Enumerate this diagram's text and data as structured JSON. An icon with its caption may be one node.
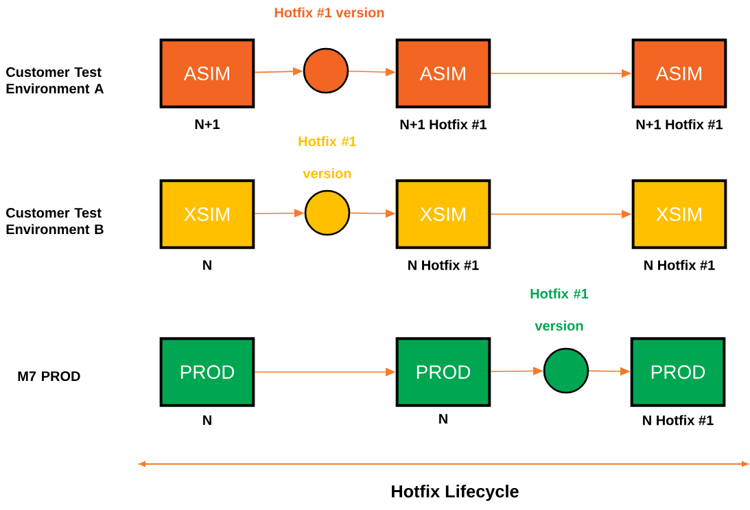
{
  "diagram": {
    "nodes": [
      {
        "text": [
          "ASIM"
        ],
        "beside": [
          "N+1"
        ]
      },
      {
        "text": [],
        "shape": "circle",
        "beside": [
          "Hotfix #1 version"
        ]
      },
      {
        "text": [
          "ASIM"
        ],
        "beside": [
          "N+1 Hotfix #1"
        ]
      },
      {
        "text": [
          "ASIM"
        ],
        "beside": [
          "N+1 Hotfix #1"
        ]
      },
      {
        "text": [
          "XSIM"
        ],
        "beside": [
          "N"
        ]
      },
      {
        "text": [],
        "shape": "circle",
        "beside": [
          "Hotfix #1 version"
        ]
      },
      {
        "text": [
          "XSIM"
        ],
        "beside": [
          "N Hotfix #1"
        ]
      },
      {
        "text": [
          "XSIM"
        ],
        "beside": [
          "N Hotfix #1"
        ]
      },
      {
        "text": [
          "PROD"
        ],
        "beside": [
          "N"
        ]
      },
      {
        "text": [
          "PROD"
        ],
        "beside": [
          "N"
        ]
      },
      {
        "text": [],
        "shape": "circle",
        "beside": [
          "Hotfix #1 version"
        ]
      },
      {
        "text": [
          "PROD"
        ],
        "beside": [
          "N Hotfix #1"
        ]
      }
    ],
    "edges": [
      {
        "from": 0,
        "to": 1,
        "arrow": "to"
      },
      {
        "from": 1,
        "to": 2,
        "arrow": "to"
      },
      {
        "from": 2,
        "to": 3,
        "arrow": "to"
      },
      {
        "from": 4,
        "to": 5,
        "arrow": "to"
      },
      {
        "from": 5,
        "to": 6,
        "arrow": "to"
      },
      {
        "from": 6,
        "to": 7,
        "arrow": "to"
      },
      {
        "from": 8,
        "to": 9,
        "arrow": "to"
      },
      {
        "from": 9,
        "to": 10,
        "arrow": "to"
      },
      {
        "from": 10,
        "to": 11,
        "arrow": "to"
      }
    ],
    "labels": [
      "Customer Test Environment A",
      "Customer Test Environment B",
      "M7 PROD",
      "Hotfix Lifecycle"
    ]
  }
}
